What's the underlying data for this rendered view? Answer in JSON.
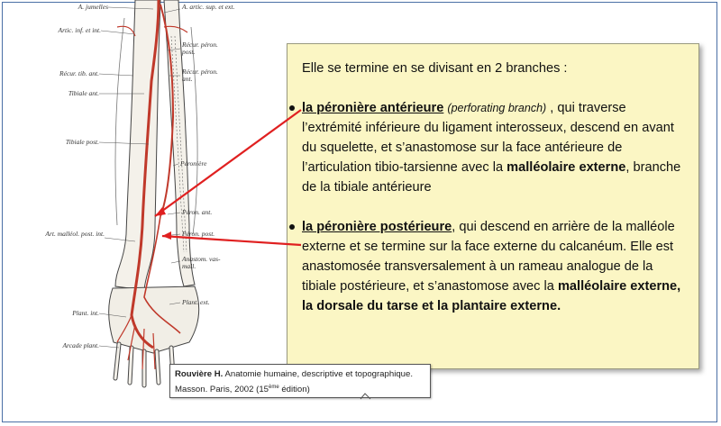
{
  "anatomy_labels": {
    "a_jumelles": "A. jumelles",
    "artic_inf_et_int": "Artic. inf. et int.",
    "recur_tib_ant": "Récur. tib. ant.",
    "tibiale_ant": "Tibiale ant.",
    "tibiale_post": "Tibiale post.",
    "art_malleol_post_int": "Art. malléol. post. int.",
    "plant_int": "Plant. int.",
    "arcade_plant": "Arcade plant.",
    "a_artic_sup_et_ext": "A. artic. sup. et ext.",
    "recur_peron_post": "Récur. péron. post.",
    "recur_peron_ant": "Récur. péron. ant.",
    "peroniere": "Péronière",
    "peron_ant": "Péron. ant.",
    "peron_post": "Péron. post.",
    "anastom_vas_mall": "Anastom. vas-mall.",
    "plant_ext": "Plant. ext."
  },
  "textbox": {
    "intro": "Elle se termine en se divisant en 2 branches :",
    "b1_title": "la péronière antérieure",
    "b1_paren": "(perforating branch)",
    "b1_text1": " , qui traverse l’extrémité inférieure du ligament interosseux, descend en avant du squelette, et s’anastomose sur la face antérieure de l’articulation tibio-tarsienne avec la ",
    "b1_bold": "malléolaire externe",
    "b1_text2": ", branche de la tibiale antérieure",
    "b2_title": "la péronière postérieure",
    "b2_text1": ", qui descend en arrière de la malléole externe et se termine sur la face externe du calcanéum. Elle est anastomosée transversalement à un rameau analogue de la tibiale postérieure, et s’anastomose avec la ",
    "b2_bold": "malléolaire externe, la dorsale du tarse et la plantaire externe."
  },
  "reference": {
    "author": "Rouvière H.",
    "line1": " Anatomie humaine, descriptive et topographique.",
    "line2": "Masson. Paris, 2002 (15",
    "sup": "ème",
    "line2_end": " édition)"
  },
  "colors": {
    "artery": "#c0392b",
    "pointer": "#e02020",
    "box_bg": "#fbf6c4",
    "frame": "#4a6fa5"
  }
}
